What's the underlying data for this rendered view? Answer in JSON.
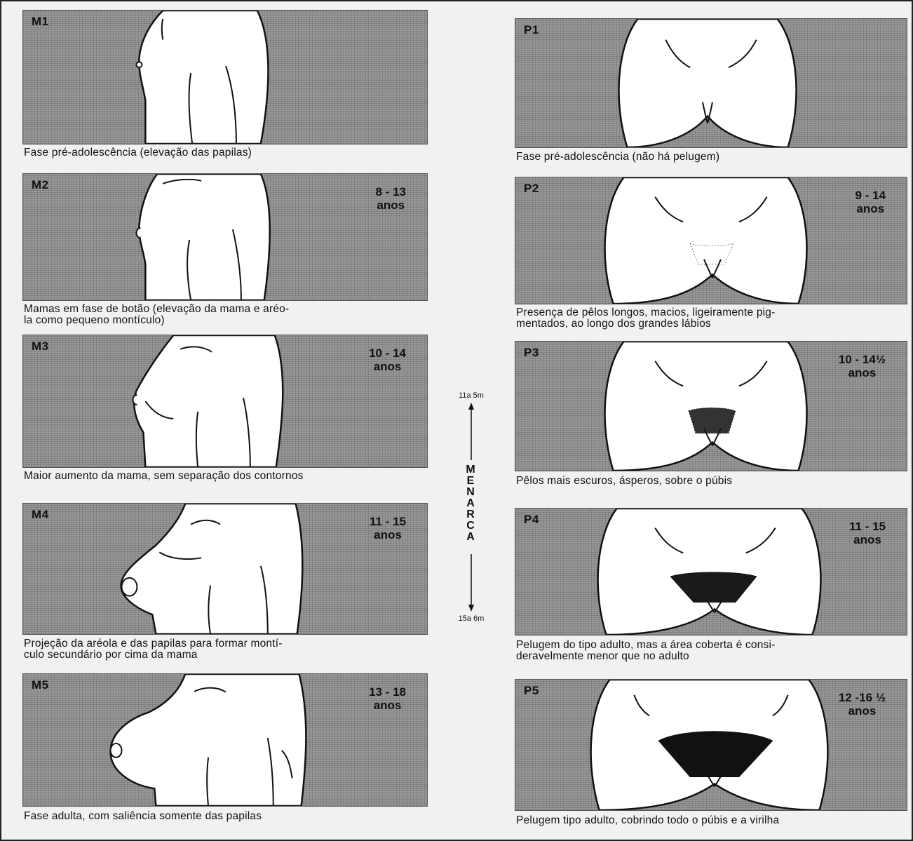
{
  "breast_stages": [
    {
      "code": "M1",
      "age_range": "",
      "age_unit": "",
      "caption_lines": [
        "Fase pré-adolescência (elevação das papilas)"
      ]
    },
    {
      "code": "M2",
      "age_range": "8 - 13",
      "age_unit": "anos",
      "caption_lines": [
        "Mamas em fase de botão (elevação da mama e aréo-",
        "la como pequeno montículo)"
      ]
    },
    {
      "code": "M3",
      "age_range": "10 - 14",
      "age_unit": "anos",
      "caption_lines": [
        "Maior aumento da mama, sem separação dos contornos"
      ]
    },
    {
      "code": "M4",
      "age_range": "11 - 15",
      "age_unit": "anos",
      "caption_lines": [
        "Projeção da aréola e das papilas para formar montí-",
        "culo secundário por cima da mama"
      ]
    },
    {
      "code": "M5",
      "age_range": "13 - 18",
      "age_unit": "anos",
      "caption_lines": [
        "Fase adulta, com saliência somente das papilas"
      ]
    }
  ],
  "pubic_stages": [
    {
      "code": "P1",
      "age_range": "",
      "age_unit": "",
      "caption_lines": [
        "Fase pré-adolescência (não há pelugem)"
      ]
    },
    {
      "code": "P2",
      "age_range": "9 - 14",
      "age_unit": "anos",
      "caption_lines": [
        "Presença de pêlos longos, macios, ligeiramente pig-",
        "mentados, ao longo dos grandes lábios"
      ]
    },
    {
      "code": "P3",
      "age_range": "10 - 14½",
      "age_unit": "anos",
      "caption_lines": [
        "Pêlos mais escuros, ásperos, sobre o púbis"
      ]
    },
    {
      "code": "P4",
      "age_range": "11 - 15",
      "age_unit": "anos",
      "caption_lines": [
        "Pelugem do tipo adulto, mas a área coberta é consi-",
        "deravelmente menor que no adulto"
      ]
    },
    {
      "code": "P5",
      "age_range": "12 -16 ½",
      "age_unit": "anos",
      "caption_lines": [
        "Pelugem tipo adulto, cobrindo todo o púbis e a virilha"
      ]
    }
  ],
  "menarche": {
    "label": "MENARCA",
    "start": "11a 5m",
    "end": "15a 6m"
  }
}
